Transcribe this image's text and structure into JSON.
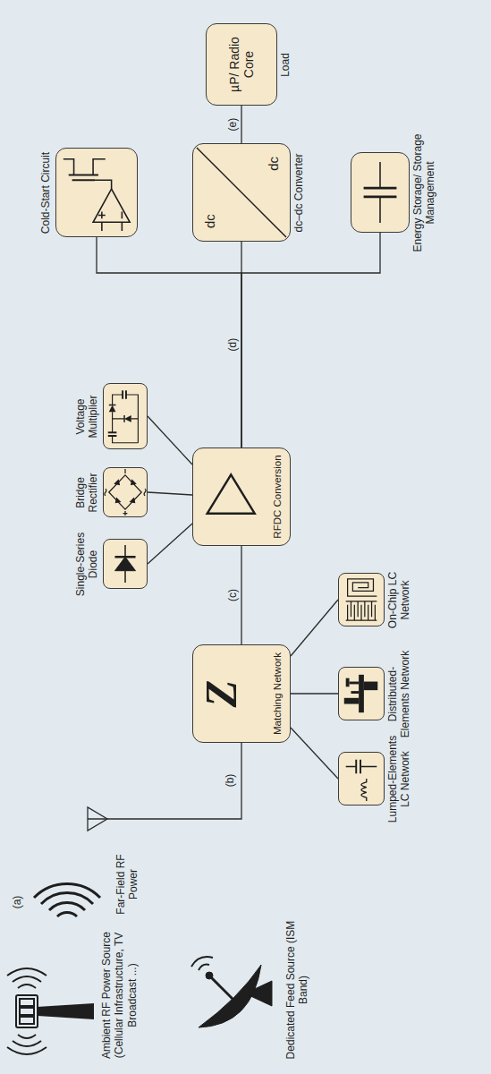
{
  "diagram": {
    "nodes": [
      {
        "text": [
          "Z",
          "Matching Network"
        ]
      },
      {
        "text": [
          "Lumped-Elements LC Network"
        ]
      },
      {
        "text": [
          "Distributed-Elements Network"
        ]
      },
      {
        "text": [
          "On-Chip LC Network"
        ]
      },
      {
        "text": [
          "RFDC Conversion"
        ]
      },
      {
        "text": [
          "Single-Series Diode"
        ]
      },
      {
        "text": [
          "Bridge Rectifier"
        ]
      },
      {
        "text": [
          "Voltage Multiplier"
        ]
      },
      {
        "text": [
          "Cold-Start Circuit"
        ]
      },
      {
        "text": [
          "dc",
          "dc",
          "dc–dc Converter"
        ]
      },
      {
        "text": [
          "Energy Storage/ Storage Management"
        ]
      },
      {
        "text": [
          "µP/ Radio Core",
          "Load"
        ]
      }
    ],
    "edges": [
      {
        "from": 0,
        "to": 1,
        "arrow": "none"
      },
      {
        "from": 0,
        "to": 2,
        "arrow": "none"
      },
      {
        "from": 0,
        "to": 3,
        "arrow": "none"
      },
      {
        "from": 0,
        "to": 4,
        "label": "(c)",
        "arrow": "none"
      },
      {
        "from": 4,
        "to": 5,
        "arrow": "none"
      },
      {
        "from": 4,
        "to": 6,
        "arrow": "none"
      },
      {
        "from": 4,
        "to": 7,
        "arrow": "none"
      },
      {
        "from": 4,
        "to": 8,
        "arrow": "none"
      },
      {
        "from": 4,
        "to": 9,
        "label": "(d)",
        "arrow": "none"
      },
      {
        "from": 4,
        "to": 10,
        "arrow": "none"
      },
      {
        "from": 9,
        "to": 11,
        "label": "(e)",
        "arrow": "none"
      }
    ],
    "labels": [
      "Ambient RF Power Source (Cellular Infrastructure, TV Broadcast ...)",
      "Dedicated Feed Source (ISM Band)",
      "(a)",
      "Far-Field RF Power",
      "(b)"
    ]
  }
}
